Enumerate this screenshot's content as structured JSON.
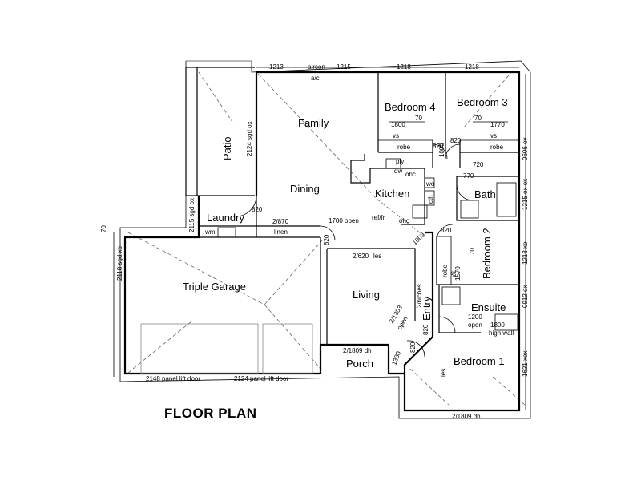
{
  "title": "FLOOR PLAN",
  "rooms": {
    "family": "Family",
    "dining": "Dining",
    "kitchen": "Kitchen",
    "bedroom4": "Bedroom 4",
    "bedroom3": "Bedroom 3",
    "bedroom2": "Bedroom 2",
    "bedroom1": "Bedroom 1",
    "bath": "Bath",
    "ensuite": "Ensuite",
    "patio": "Patio",
    "laundry": "Laundry",
    "garage": "Triple Garage",
    "living": "Living",
    "entry": "Entry",
    "porch": "Porch"
  },
  "labels": {
    "aircon": "aircon",
    "ac": "a/c",
    "robe": "robe",
    "vs": "vs",
    "ply": "ply",
    "dw": "dw",
    "ohc": "ohc",
    "wo": "wo",
    "cth": "cth",
    "ref_fr": "ref/fr",
    "wm": "wm",
    "linen": "linen",
    "les": "les",
    "open": "open",
    "high_wall": "high wall"
  },
  "dimensions": {
    "top1": "1213",
    "top2": "1215",
    "top3": "1218",
    "top4": "1218",
    "b4_robe": "1800",
    "b4_robe2": "70",
    "b3_robe": "70",
    "b3_robe2": "1770",
    "d820_a": "820",
    "d820_b": "820",
    "d820_c": "820",
    "d820_d": "820",
    "d820_e": "820",
    "d820_f": "820",
    "d820_g": "820",
    "d720": "720",
    "d770": "770",
    "d1000_a": "1000",
    "d1000_b": "1000",
    "d870": "2/870",
    "open1700": "1700 open",
    "patio_sgd": "2124 sgd ox",
    "laundry_sgd": "2115 sgd ox",
    "garage_sgd": "2118 sgd xo",
    "living_les": "2/620",
    "niches": "2/niches",
    "opening_1203": "2/1203",
    "dh_1809": "2/1809 dh",
    "dh_1809_b": "2/1809 dh",
    "gd1": "2148 panel lift door",
    "gd2": "2124 panel lift door",
    "fl_1330": "1330",
    "b2_1570": "1570",
    "b2_70": "70",
    "ens_1200": "1200",
    "ens_1800": "1800",
    "right1": "0606 ov",
    "right2": "1215 ox ox",
    "right3": "1218 xo",
    "right4": "0912 ox",
    "right5": "1621 xox",
    "left70": "70"
  }
}
